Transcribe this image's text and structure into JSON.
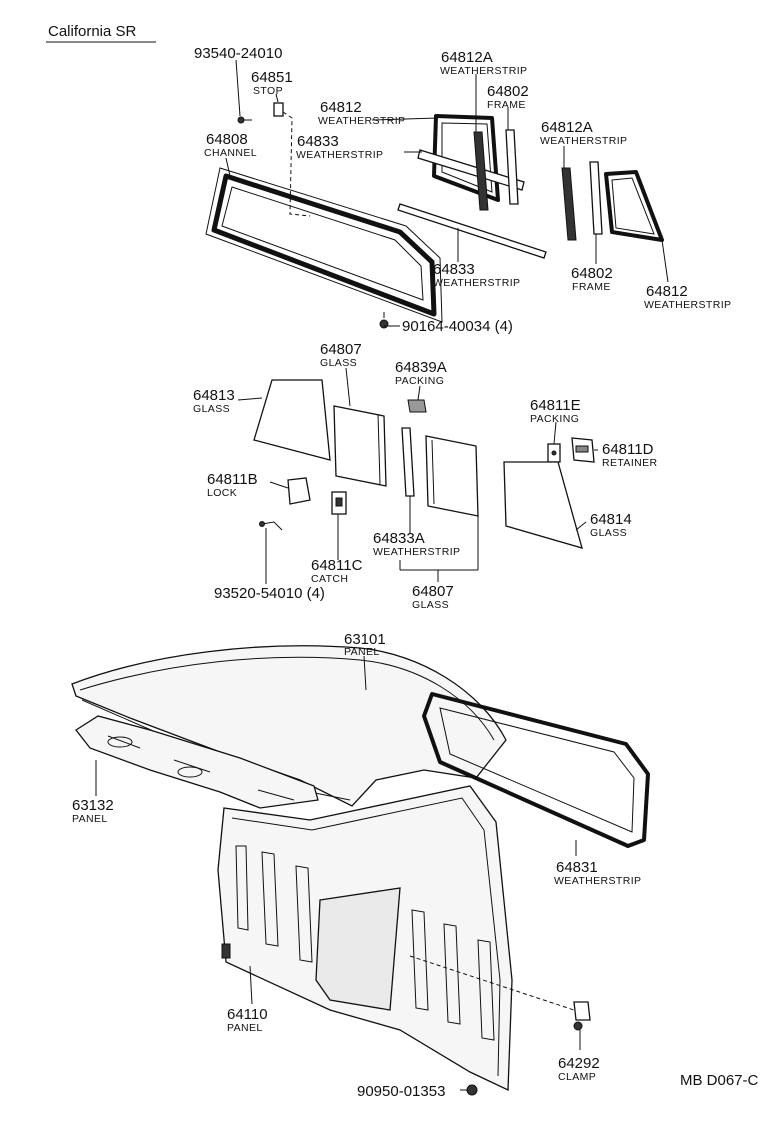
{
  "header": {
    "title": "California SR"
  },
  "footer": {
    "code": "MB D067-C"
  },
  "callouts": [
    {
      "id": "c1",
      "part": "93540-24010",
      "name": ""
    },
    {
      "id": "c2",
      "part": "64851",
      "name": "STOP"
    },
    {
      "id": "c3",
      "part": "64808",
      "name": "CHANNEL"
    },
    {
      "id": "c4",
      "part": "64812",
      "name": "WEATHERSTRIP"
    },
    {
      "id": "c5",
      "part": "64833",
      "name": "WEATHERSTRIP"
    },
    {
      "id": "c6",
      "part": "64812A",
      "name": "WEATHERSTRIP"
    },
    {
      "id": "c7",
      "part": "64802",
      "name": "FRAME"
    },
    {
      "id": "c8",
      "part": "64812A",
      "name": "WEATHERSTRIP"
    },
    {
      "id": "c9",
      "part": "64833",
      "name": "WEATHERSTRIP"
    },
    {
      "id": "c10",
      "part": "64802",
      "name": "FRAME"
    },
    {
      "id": "c11",
      "part": "64812",
      "name": "WEATHERSTRIP"
    },
    {
      "id": "c12",
      "part": "90164-40034 (4)",
      "name": ""
    },
    {
      "id": "c13",
      "part": "64807",
      "name": "GLASS"
    },
    {
      "id": "c14",
      "part": "64839A",
      "name": "PACKING"
    },
    {
      "id": "c15",
      "part": "64813",
      "name": "GLASS"
    },
    {
      "id": "c16",
      "part": "64811E",
      "name": "PACKING"
    },
    {
      "id": "c17",
      "part": "64811D",
      "name": "RETAINER"
    },
    {
      "id": "c18",
      "part": "64811B",
      "name": "LOCK"
    },
    {
      "id": "c19",
      "part": "64814",
      "name": "GLASS"
    },
    {
      "id": "c20",
      "part": "64833A",
      "name": "WEATHERSTRIP"
    },
    {
      "id": "c21",
      "part": "64811C",
      "name": "CATCH"
    },
    {
      "id": "c22",
      "part": "64807",
      "name": "GLASS"
    },
    {
      "id": "c23",
      "part": "93520-54010 (4)",
      "name": ""
    },
    {
      "id": "c24",
      "part": "63101",
      "name": "PANEL"
    },
    {
      "id": "c25",
      "part": "63132",
      "name": "PANEL"
    },
    {
      "id": "c26",
      "part": "64831",
      "name": "WEATHERSTRIP"
    },
    {
      "id": "c27",
      "part": "64110",
      "name": "PANEL"
    },
    {
      "id": "c28",
      "part": "64292",
      "name": "CLAMP"
    },
    {
      "id": "c29",
      "part": "90950-01353",
      "name": ""
    }
  ]
}
